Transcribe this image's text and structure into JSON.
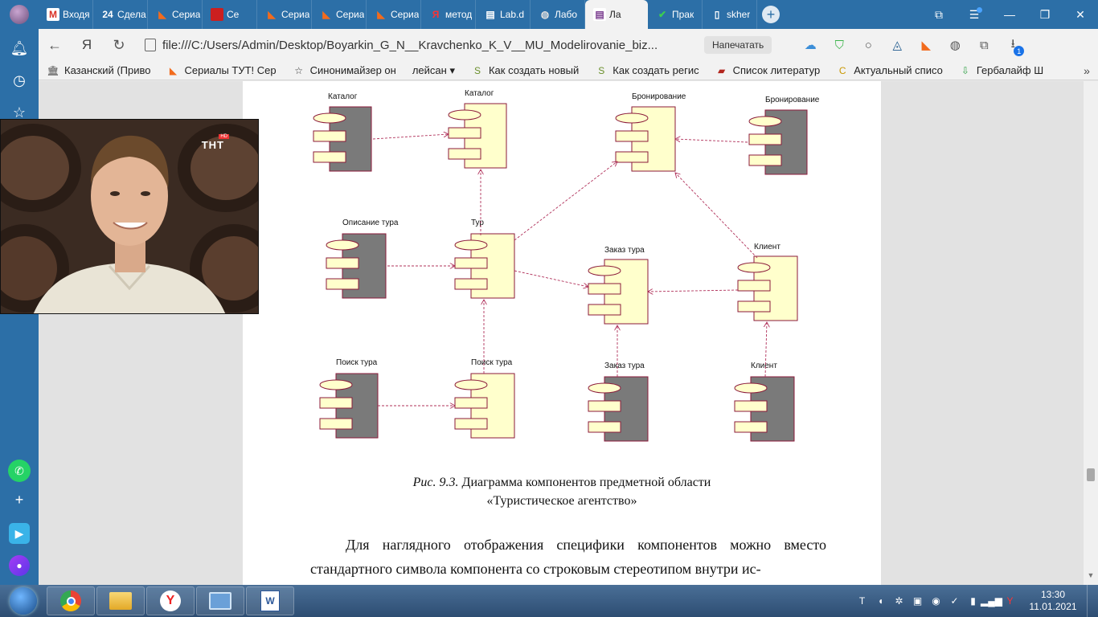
{
  "tabs": [
    {
      "label": "Входя",
      "icon": "gmail-icon",
      "color": "#ffffff",
      "glyph": "M",
      "fg": "#d93025"
    },
    {
      "label": "Сдела",
      "icon": "twentyfour-icon",
      "color": "#2c6fa7",
      "glyph": "24",
      "fg": "#ffffff"
    },
    {
      "label": "Сериа",
      "icon": "fox-icon",
      "color": "#2c6fa7",
      "glyph": "◣",
      "fg": "#f26b1d"
    },
    {
      "label": "Се",
      "icon": "red-book-icon",
      "color": "#cc1f1f",
      "glyph": "",
      "fg": "#ffffff"
    },
    {
      "label": "Сериа",
      "icon": "fox-icon",
      "color": "#2c6fa7",
      "glyph": "◣",
      "fg": "#f26b1d"
    },
    {
      "label": "Сериа",
      "icon": "fox-icon",
      "color": "#2c6fa7",
      "glyph": "◣",
      "fg": "#f26b1d"
    },
    {
      "label": "Сериа",
      "icon": "fox-icon",
      "color": "#2c6fa7",
      "glyph": "◣",
      "fg": "#f26b1d"
    },
    {
      "label": "метод",
      "icon": "yandex-icon",
      "color": "#2c6fa7",
      "glyph": "Я",
      "fg": "#ff3333"
    },
    {
      "label": "Lab.d",
      "icon": "document-icon",
      "color": "#2c6fa7",
      "glyph": "▤",
      "fg": "#ffffff"
    },
    {
      "label": "Лабо",
      "icon": "globe-icon",
      "color": "#2c6fa7",
      "glyph": "◍",
      "fg": "#dddddd"
    },
    {
      "label": "Ла",
      "icon": "pdf-icon",
      "color": "#ffffff",
      "glyph": "▤",
      "fg": "#7a3d8f",
      "active": true
    },
    {
      "label": "Прак",
      "icon": "check-icon",
      "color": "#2c6fa7",
      "glyph": "✔",
      "fg": "#3ccf4e"
    },
    {
      "label": "skher",
      "icon": "document-icon",
      "color": "#2c6fa7",
      "glyph": "▯",
      "fg": "#ffffff"
    }
  ],
  "address": {
    "url": "file:///C:/Users/Admin/Desktop/Boyarkin_G_N__Kravchenko_K_V__MU_Modelirovanie_biz...",
    "print_label": "Напечатать",
    "yandex_glyph": "Я",
    "download_count": "1"
  },
  "bookmarks": [
    {
      "label": "Казанский (Приво",
      "icon": "bank-icon",
      "glyph": "🏛",
      "fg": "#444"
    },
    {
      "label": "Сериалы ТУТ! Сер",
      "icon": "fox-icon",
      "glyph": "◣",
      "fg": "#f26b1d"
    },
    {
      "label": "Синонимайзер он",
      "icon": "star-icon",
      "glyph": "☆",
      "fg": "#333"
    },
    {
      "label": "лейсан ▾",
      "icon": "",
      "glyph": "",
      "fg": "#333"
    },
    {
      "label": "Как создать новый",
      "icon": "s-logo-icon",
      "glyph": "S",
      "fg": "#6a8f2b"
    },
    {
      "label": "Как создать регис",
      "icon": "s-logo-icon",
      "glyph": "S",
      "fg": "#6a8f2b"
    },
    {
      "label": "Список литератур",
      "icon": "book-icon",
      "glyph": "▰",
      "fg": "#b3261e"
    },
    {
      "label": "Актуальный списо",
      "icon": "c-logo-icon",
      "glyph": "C",
      "fg": "#c99700"
    },
    {
      "label": "Гербалайф Ш",
      "icon": "download-green-icon",
      "glyph": "⇩",
      "fg": "#35a34a"
    }
  ],
  "diagram": {
    "components": [
      {
        "label": "Каталог",
        "kind": "gray"
      },
      {
        "label": "Каталог",
        "kind": "yellow"
      },
      {
        "label": "Бронирование",
        "kind": "yellow"
      },
      {
        "label": "Бронирование",
        "kind": "gray"
      },
      {
        "label": "Описание тура",
        "kind": "gray"
      },
      {
        "label": "Тур",
        "kind": "yellow"
      },
      {
        "label": "Заказ тура",
        "kind": "yellow"
      },
      {
        "label": "Клиент",
        "kind": "yellow"
      },
      {
        "label": "Поиск тура",
        "kind": "gray"
      },
      {
        "label": "Поиск тура",
        "kind": "yellow"
      },
      {
        "label": "Заказ тура",
        "kind": "gray"
      },
      {
        "label": "Клиент",
        "kind": "gray"
      }
    ],
    "colors": {
      "yellow": "#ffffcc",
      "gray": "#7a7a7a",
      "border": "#8b1a3a",
      "arrow": "#b0305a"
    }
  },
  "caption": {
    "prefix": "Рис. 9.3.",
    "line1": " Диаграмма компонентов предметной области",
    "line2": "«Туристическое агентство»"
  },
  "body_text": "Для наглядного отображения специфики компонентов можно вместо стандартного символа компонента со строковым стереотипом внутри ис-",
  "video": {
    "channel_logo": "ТНТ",
    "hd_badge": "HD"
  },
  "taskbar": {
    "time": "13:30",
    "date": "11.01.2021"
  }
}
